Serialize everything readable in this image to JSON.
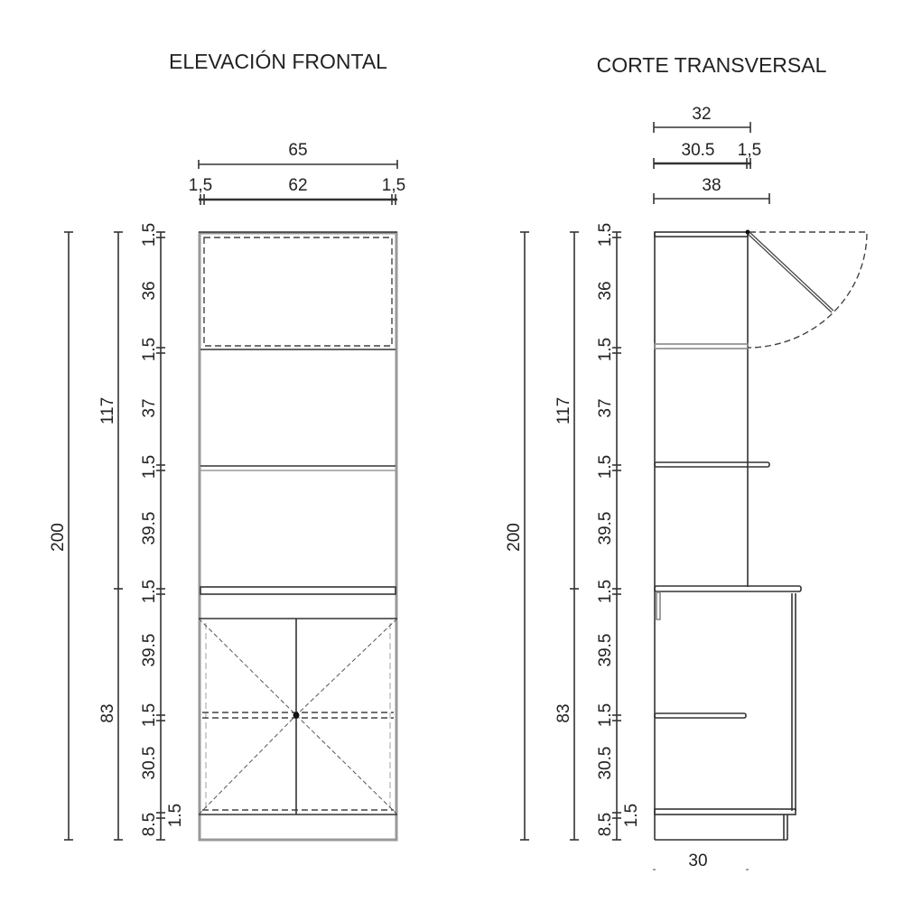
{
  "front": {
    "title": "ELEVACIÓN FRONTAL",
    "width_total": "65",
    "width_left_side": "1,5",
    "width_inner": "62",
    "width_right_side": "1,5",
    "height_total": "200",
    "height_upper": "117",
    "height_lower": "83",
    "segments": [
      "1.5",
      "36",
      "1.5",
      "37",
      "1.5",
      "39.5",
      "1.5",
      "39.5",
      "1.5",
      "30.5",
      "1.5",
      "8.5"
    ]
  },
  "section": {
    "title": "CORTE TRANSVERSAL",
    "depth_upper": "32",
    "depth_inner": "30.5",
    "depth_back": "1,5",
    "depth_lower": "38",
    "depth_base": "30",
    "height_total": "200",
    "height_upper": "117",
    "height_lower": "83",
    "segments": [
      "1.5",
      "36",
      "1.5",
      "37",
      "1.5",
      "39.5",
      "1.5",
      "39.5",
      "1.5",
      "30.5",
      "1.5",
      "8.5"
    ]
  }
}
